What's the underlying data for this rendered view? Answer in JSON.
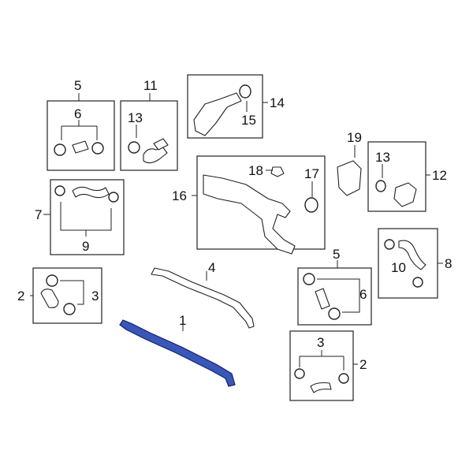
{
  "callouts": {
    "c1": "1",
    "c2a": "2",
    "c2b": "2",
    "c3a": "3",
    "c3b": "3",
    "c4": "4",
    "c5a": "5",
    "c5b": "5",
    "c6a": "6",
    "c6b": "6",
    "c7": "7",
    "c8": "8",
    "c9": "9",
    "c10": "10",
    "c11": "11",
    "c12": "12",
    "c13a": "13",
    "c13b": "13",
    "c14": "14",
    "c15": "15",
    "c16": "16",
    "c17": "17",
    "c18": "18",
    "c19": "19"
  },
  "colors": {
    "highlight": "#3a56b8",
    "line": "#222222",
    "background": "#ffffff"
  },
  "highlighted_part": "1"
}
